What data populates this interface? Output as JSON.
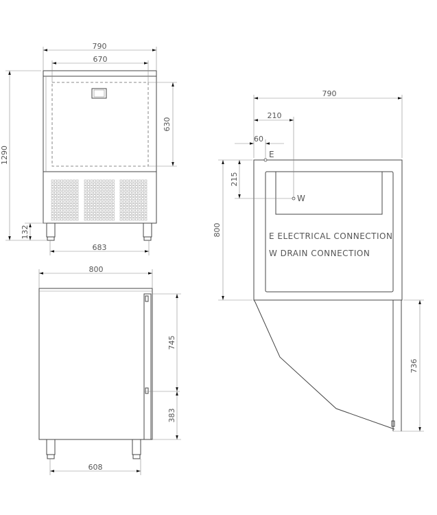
{
  "front_view": {
    "width_overall": "790",
    "width_door": "670",
    "height_door": "630",
    "height_overall": "1290",
    "leg_height": "132",
    "leg_spacing": "683"
  },
  "side_view": {
    "depth": "800",
    "upper_height": "745",
    "lower_height": "383",
    "leg_spacing": "608"
  },
  "top_view": {
    "width": "790",
    "drain_offset_x": "210",
    "electrical_offset_x": "60",
    "drain_offset_y": "215",
    "depth": "800",
    "door_swing": "736",
    "marker_e": "E",
    "marker_w": "W"
  },
  "legend": {
    "electrical": "E  ELECTRICAL CONNECTION",
    "drain": "W  DRAIN CONNECTION"
  }
}
